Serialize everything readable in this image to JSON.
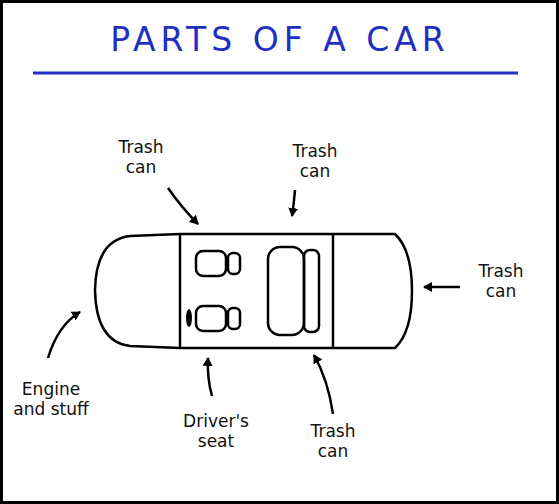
{
  "diagram": {
    "title": "PARTS OF A CAR",
    "labels": [
      "Trash can",
      "Trash can",
      "Trash can",
      "Engine and stuff",
      "Driver's seat",
      "Trash can"
    ]
  }
}
